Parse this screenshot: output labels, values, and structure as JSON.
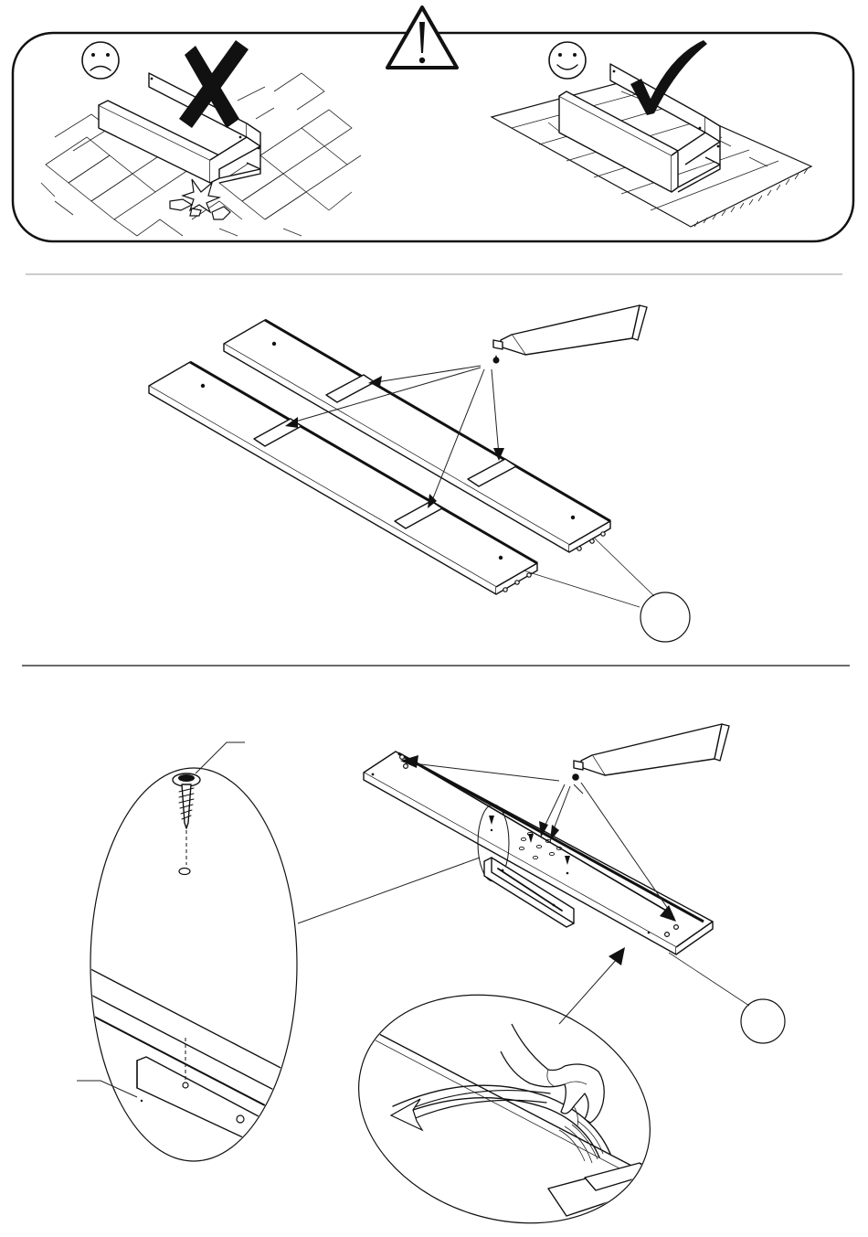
{
  "document": {
    "type": "assembly-instruction-page",
    "warning_panel": {
      "wrong_icon": "sad-face-icon",
      "right_icon": "smiley-face-icon",
      "warning_icon": "exclamation-triangle-icon",
      "wrong_mark": "cross-mark-icon",
      "right_mark": "check-mark-icon"
    },
    "step_glue_boards": {
      "tool": "glue-tube-icon",
      "glue_points": 4,
      "part_callout": ""
    },
    "step_mount_rail": {
      "tool": "glue-tube-icon",
      "fastener": "screw-icon",
      "part_callout": "",
      "rail_callout": "",
      "screw_callout": "",
      "action": "peel-tape"
    },
    "colors": {
      "ink": "#111111",
      "paper": "#ffffff",
      "divider": "#bbbbbb"
    }
  }
}
